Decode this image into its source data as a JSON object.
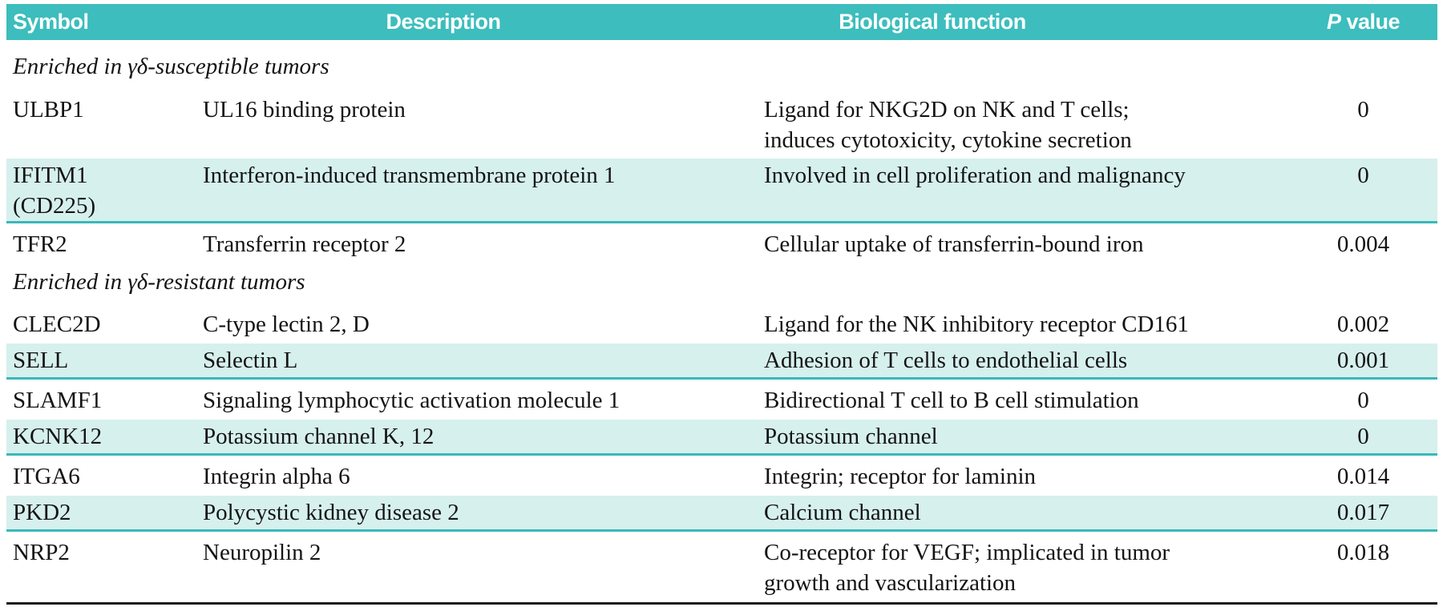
{
  "colors": {
    "header_bg": "#3dbdbd",
    "header_text": "#ffffff",
    "shaded_row_bg": "#d6f0ee",
    "shaded_row_border": "#3bb8b8",
    "bottom_rule": "#1c1c1c",
    "body_text": "#141414"
  },
  "table": {
    "columns": {
      "symbol": "Symbol",
      "description": "Description",
      "function": "Biological function",
      "p_italic": "P",
      "p_rest": " value"
    },
    "rows": [
      {
        "type": "section",
        "title": "Enriched in γδ-susceptible tumors"
      },
      {
        "type": "gene",
        "shaded": false,
        "symbol": [
          "ULBP1"
        ],
        "description": "UL16 binding protein",
        "function": [
          "Ligand for NKG2D on NK and T cells;",
          "induces cytotoxicity, cytokine secretion"
        ],
        "p": "0"
      },
      {
        "type": "gene",
        "shaded": true,
        "symbol": [
          "IFITM1",
          "(CD225)"
        ],
        "description": "Interferon-induced transmembrane protein 1",
        "function": [
          "Involved in cell proliferation and malignancy"
        ],
        "p": "0"
      },
      {
        "type": "gene",
        "shaded": false,
        "symbol": [
          "TFR2"
        ],
        "description": "Transferrin receptor 2",
        "function": [
          "Cellular uptake of transferrin-bound iron"
        ],
        "p": "0.004"
      },
      {
        "type": "section",
        "title": "Enriched in γδ-resistant tumors"
      },
      {
        "type": "gene",
        "shaded": false,
        "symbol": [
          "CLEC2D"
        ],
        "description": "C-type lectin 2, D",
        "function": [
          "Ligand for the NK inhibitory receptor CD161"
        ],
        "p": "0.002"
      },
      {
        "type": "gene",
        "shaded": true,
        "symbol": [
          "SELL"
        ],
        "description": "Selectin L",
        "function": [
          "Adhesion of T cells to endothelial cells"
        ],
        "p": "0.001"
      },
      {
        "type": "gene",
        "shaded": false,
        "symbol": [
          "SLAMF1"
        ],
        "description": "Signaling lymphocytic activation molecule 1",
        "function": [
          "Bidirectional T cell to B cell stimulation"
        ],
        "p": "0"
      },
      {
        "type": "gene",
        "shaded": true,
        "symbol": [
          "KCNK12"
        ],
        "description": "Potassium channel K, 12",
        "function": [
          "Potassium channel"
        ],
        "p": "0"
      },
      {
        "type": "gene",
        "shaded": false,
        "symbol": [
          "ITGA6"
        ],
        "description": "Integrin alpha 6",
        "function": [
          "Integrin; receptor for laminin"
        ],
        "p": "0.014"
      },
      {
        "type": "gene",
        "shaded": true,
        "symbol": [
          "PKD2"
        ],
        "description": "Polycystic kidney disease 2",
        "function": [
          "Calcium channel"
        ],
        "p": "0.017"
      },
      {
        "type": "gene",
        "shaded": false,
        "symbol": [
          "NRP2"
        ],
        "description": "Neuropilin 2",
        "function": [
          "Co-receptor for VEGF; implicated in tumor",
          "growth and vascularization"
        ],
        "p": "0.018"
      }
    ]
  }
}
